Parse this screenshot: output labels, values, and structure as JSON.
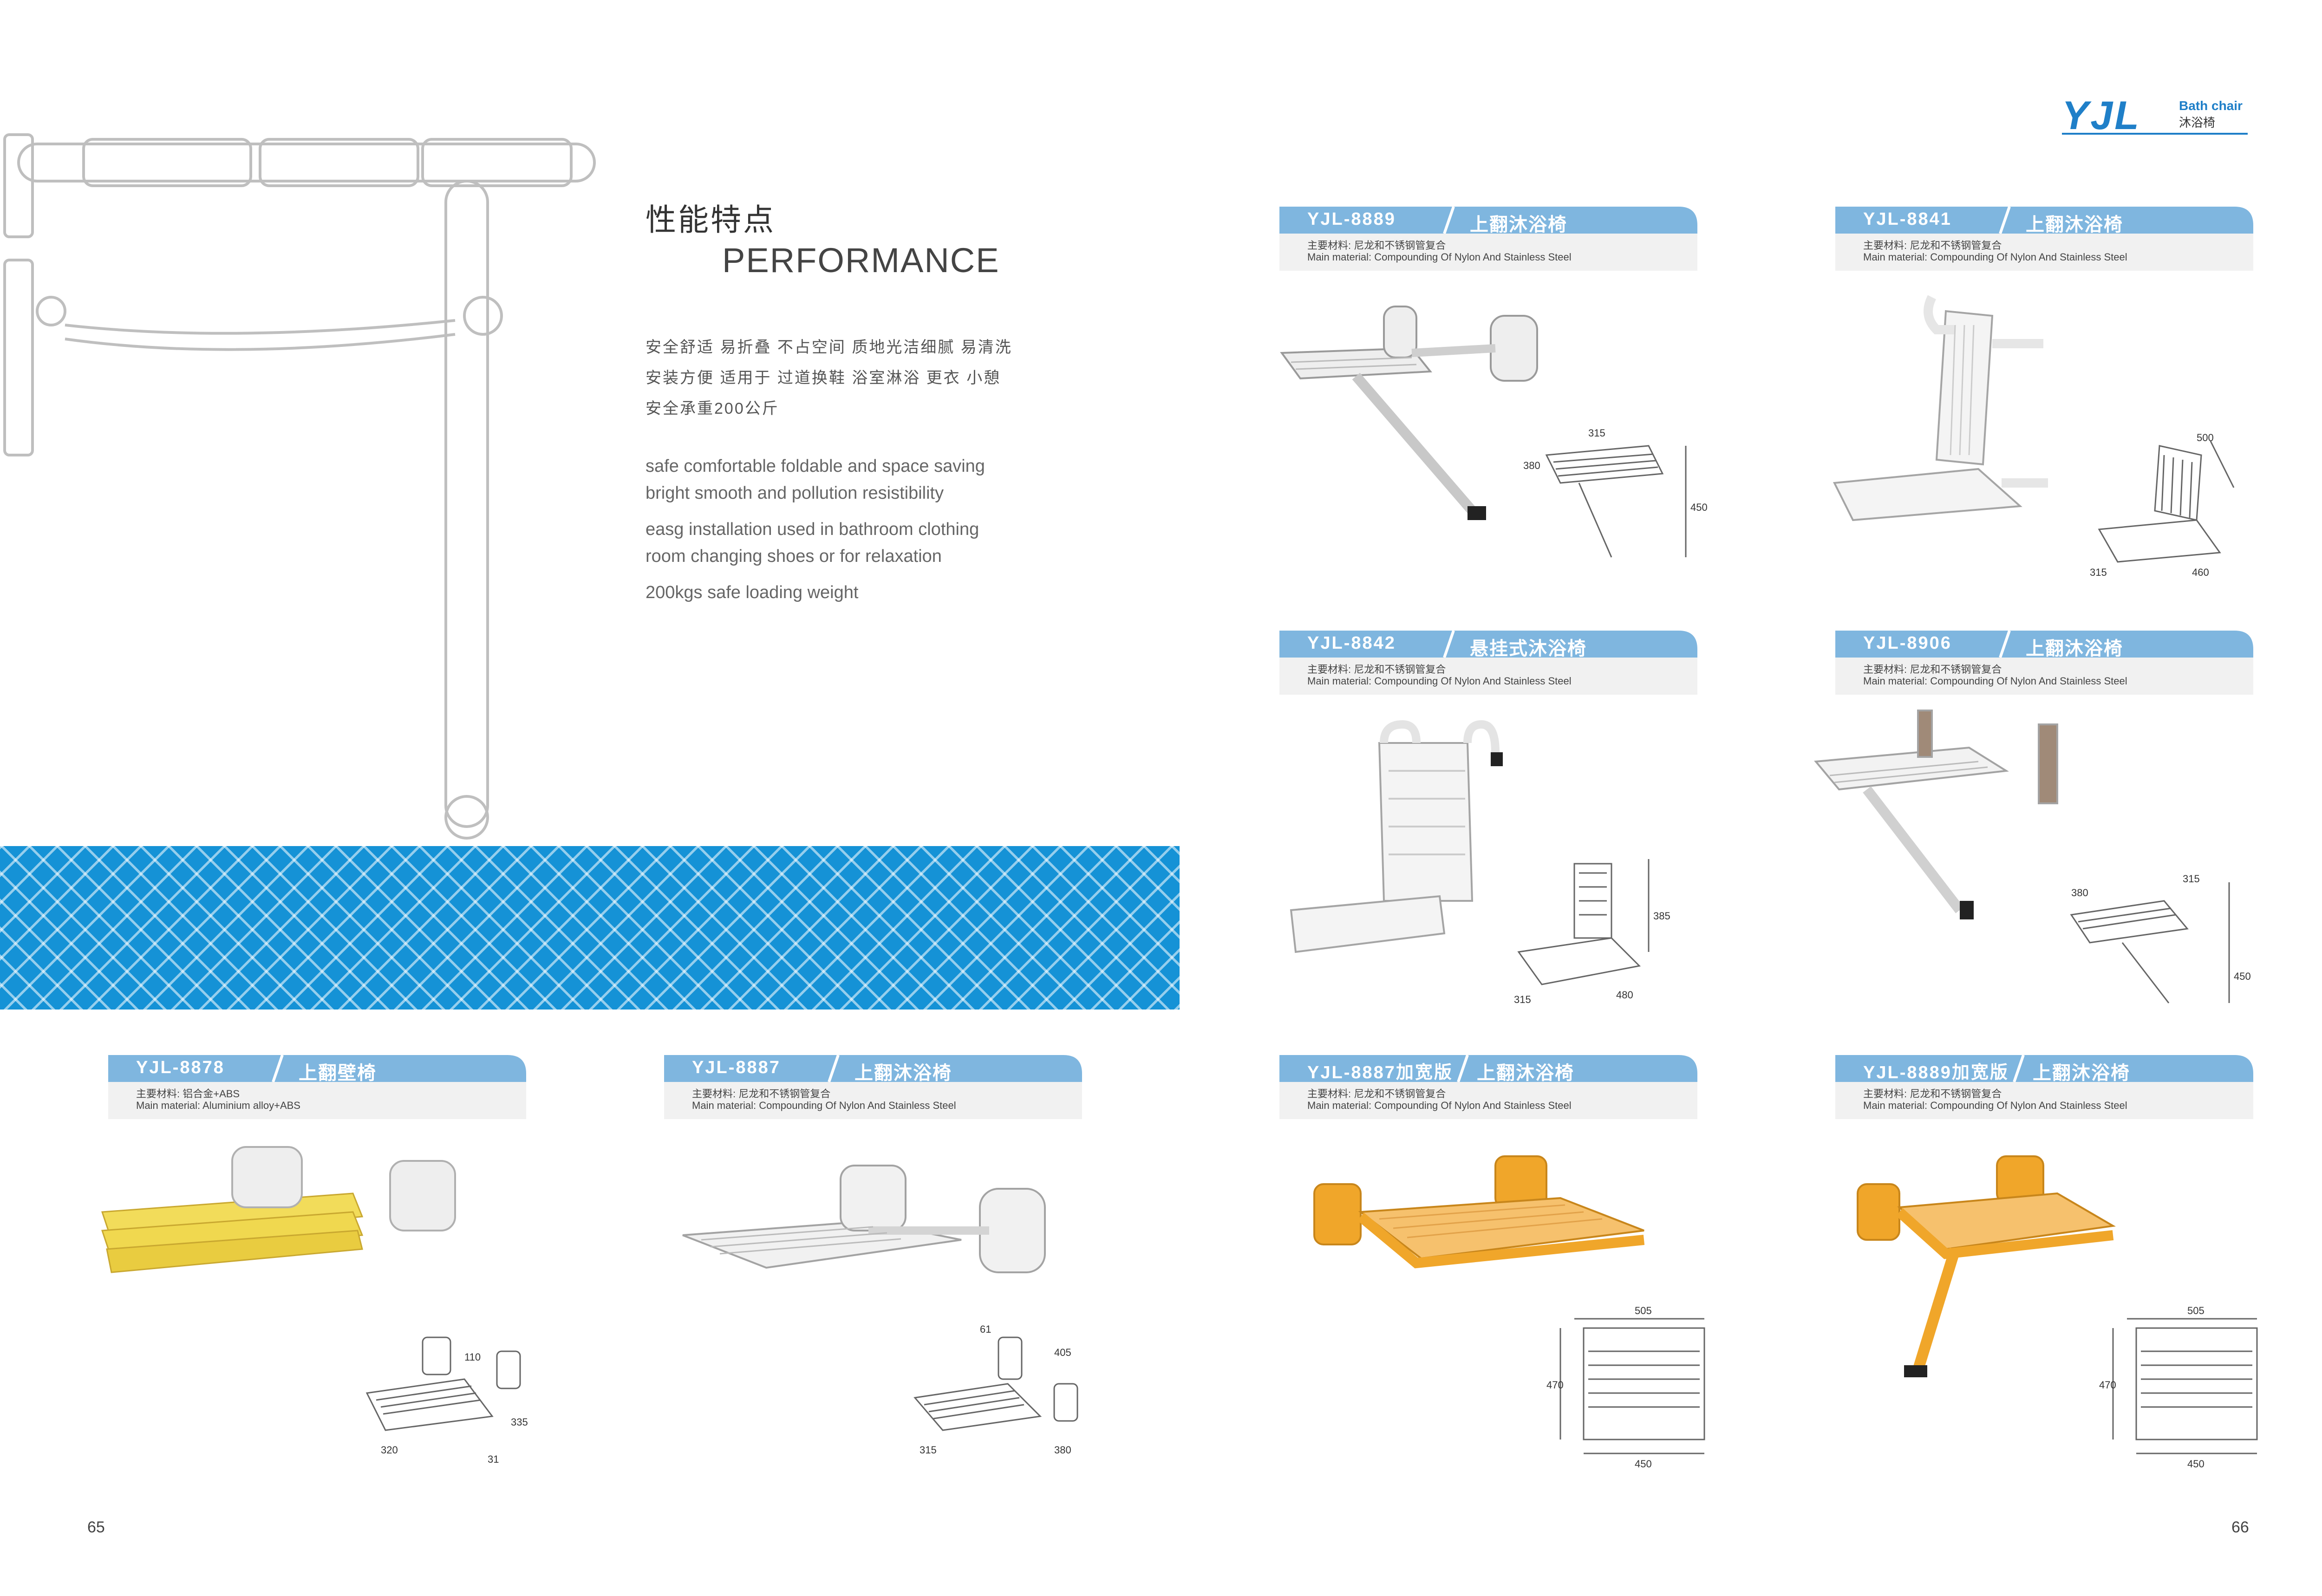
{
  "intro": {
    "title_cn": "性能特点",
    "title_en": "PERFORMANCE",
    "desc_cn": [
      "安全舒适 易折叠 不占空间 质地光洁细腻 易清洗",
      "安装方便 适用于 过道换鞋 浴室淋浴 更衣 小憩",
      "安全承重200公斤"
    ],
    "desc_en": [
      "safe comfortable foldable and space saving",
      "bright smooth and pollution resistibility",
      "easg installation used in bathroom clothing",
      "room changing shoes or for relaxation",
      "200kgs safe loading weight"
    ]
  },
  "logo": {
    "brand": "YJL",
    "sub_en": "Bath chair",
    "sub_cn": "沐浴椅"
  },
  "pages": {
    "left": "65",
    "right": "66"
  },
  "products": [
    {
      "code": "YJL-8889",
      "name": "上翻沐浴椅",
      "mat_cn": "主要材料: 尼龙和不锈钢管复合",
      "mat_en": "Main material:  Compounding Of Nylon And Stainless Steel",
      "dims": [
        "315",
        "380",
        "450"
      ]
    },
    {
      "code": "YJL-8841",
      "name": "上翻沐浴椅",
      "mat_cn": "主要材料: 尼龙和不锈钢管复合",
      "mat_en": "Main material:  Compounding Of Nylon And Stainless Steel",
      "dims": [
        "500",
        "315",
        "460"
      ]
    },
    {
      "code": "YJL-8842",
      "name": "悬挂式沐浴椅",
      "mat_cn": "主要材料: 尼龙和不锈钢管复合",
      "mat_en": "Main material:  Compounding Of Nylon And Stainless Steel",
      "dims": [
        "385",
        "315",
        "480"
      ]
    },
    {
      "code": "YJL-8906",
      "name": "上翻沐浴椅",
      "mat_cn": "主要材料: 尼龙和不锈钢管复合",
      "mat_en": "Main material:  Compounding Of Nylon And Stainless Steel",
      "dims": [
        "380",
        "315",
        "450"
      ]
    },
    {
      "code": "YJL-8878",
      "name": "上翻壁椅",
      "mat_cn": "主要材料: 铝合金+ABS",
      "mat_en": "Main material:  Aluminium alloy+ABS",
      "dims": [
        "110",
        "320",
        "335",
        "31"
      ]
    },
    {
      "code": "YJL-8887",
      "name": "上翻沐浴椅",
      "mat_cn": "主要材料: 尼龙和不锈钢管复合",
      "mat_en": "Main material:  Compounding Of Nylon And Stainless Steel",
      "dims": [
        "61",
        "405",
        "315",
        "380"
      ]
    },
    {
      "code": "YJL-8887加宽版",
      "name": "上翻沐浴椅",
      "mat_cn": "主要材料: 尼龙和不锈钢管复合",
      "mat_en": "Main material:  Compounding Of Nylon And Stainless Steel",
      "dims": [
        "505",
        "470",
        "450"
      ]
    },
    {
      "code": "YJL-8889加宽版",
      "name": "上翻沐浴椅",
      "mat_cn": "主要材料: 尼龙和不锈钢管复合",
      "mat_en": "Main material:  Compounding Of Nylon And Stainless Steel",
      "dims": [
        "505",
        "470",
        "450"
      ]
    }
  ],
  "colors": {
    "header_blue": "#7fb6df",
    "band_blue": "#1592d6",
    "orange": "#f0a62a",
    "yellow": "#f2dc5a"
  }
}
